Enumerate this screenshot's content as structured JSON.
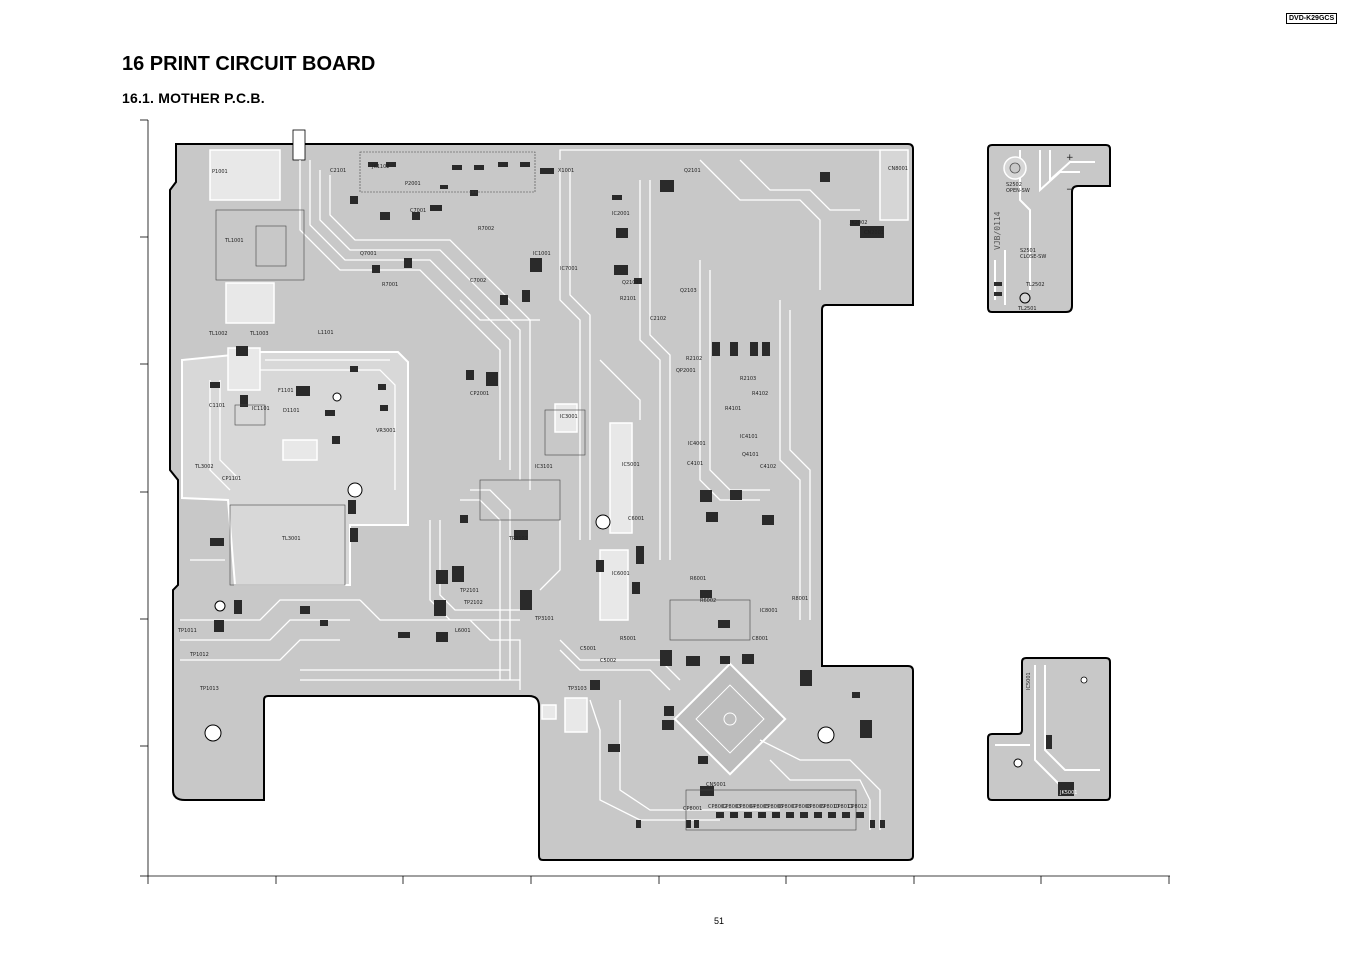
{
  "header": {
    "model_tag": "DVD-K29GCS",
    "title": "16 PRINT CIRCUIT BOARD",
    "subtitle": "16.1.   MOTHER P.C.B."
  },
  "footer": {
    "page_number": "51"
  },
  "boards": {
    "main": {
      "labels": [
        "P1001",
        "TL1001",
        "TL1002",
        "TL1003",
        "IC1101",
        "D1101",
        "F1101",
        "L1101",
        "C1101",
        "CP1101",
        "JK1102",
        "P2001",
        "X1001",
        "IC1001",
        "IC2001",
        "Q2101",
        "Q2102",
        "Q2103",
        "R2101",
        "R2102",
        "R2103",
        "C2101",
        "C2102",
        "CP2001",
        "QP2001",
        "CN8001",
        "CN2001",
        "JK2002",
        "IC3001",
        "IC3101",
        "IC4001",
        "IC4101",
        "R4101",
        "R4102",
        "C4101",
        "C4102",
        "Q4101",
        "TP1011",
        "TP1012",
        "TP1013",
        "TP2101",
        "TP2102",
        "TP3101",
        "TP3102",
        "TP3103",
        "TL3001",
        "TL3002",
        "VR3001",
        "IC5001",
        "C5001",
        "C5002",
        "R5001",
        "CN5001",
        "IC6001",
        "C6001",
        "R6001",
        "R6002",
        "L6001",
        "IC7001",
        "C7001",
        "C7002",
        "R7001",
        "R7002",
        "Q7001",
        "IC8001",
        "C8001",
        "R8001",
        "CP8001",
        "CP8002",
        "CP8003",
        "CP8004",
        "CP8005",
        "CP8006",
        "CP8007",
        "CP8008",
        "CP8009",
        "CP8010",
        "CP8011",
        "CP8012"
      ]
    },
    "switch": {
      "marking": "VJB/0114",
      "labels": [
        "S2502",
        "OPEN-SW",
        "S2501",
        "CLOSE-SW",
        "TL2502",
        "TL2501"
      ]
    },
    "small": {
      "labels": [
        "JK5001",
        "IC5001"
      ]
    }
  },
  "palette": {
    "board_fill": "#c8c8c8",
    "board_edge": "#000000",
    "trace": "#ffffff",
    "dark": "#2a2a2a"
  }
}
